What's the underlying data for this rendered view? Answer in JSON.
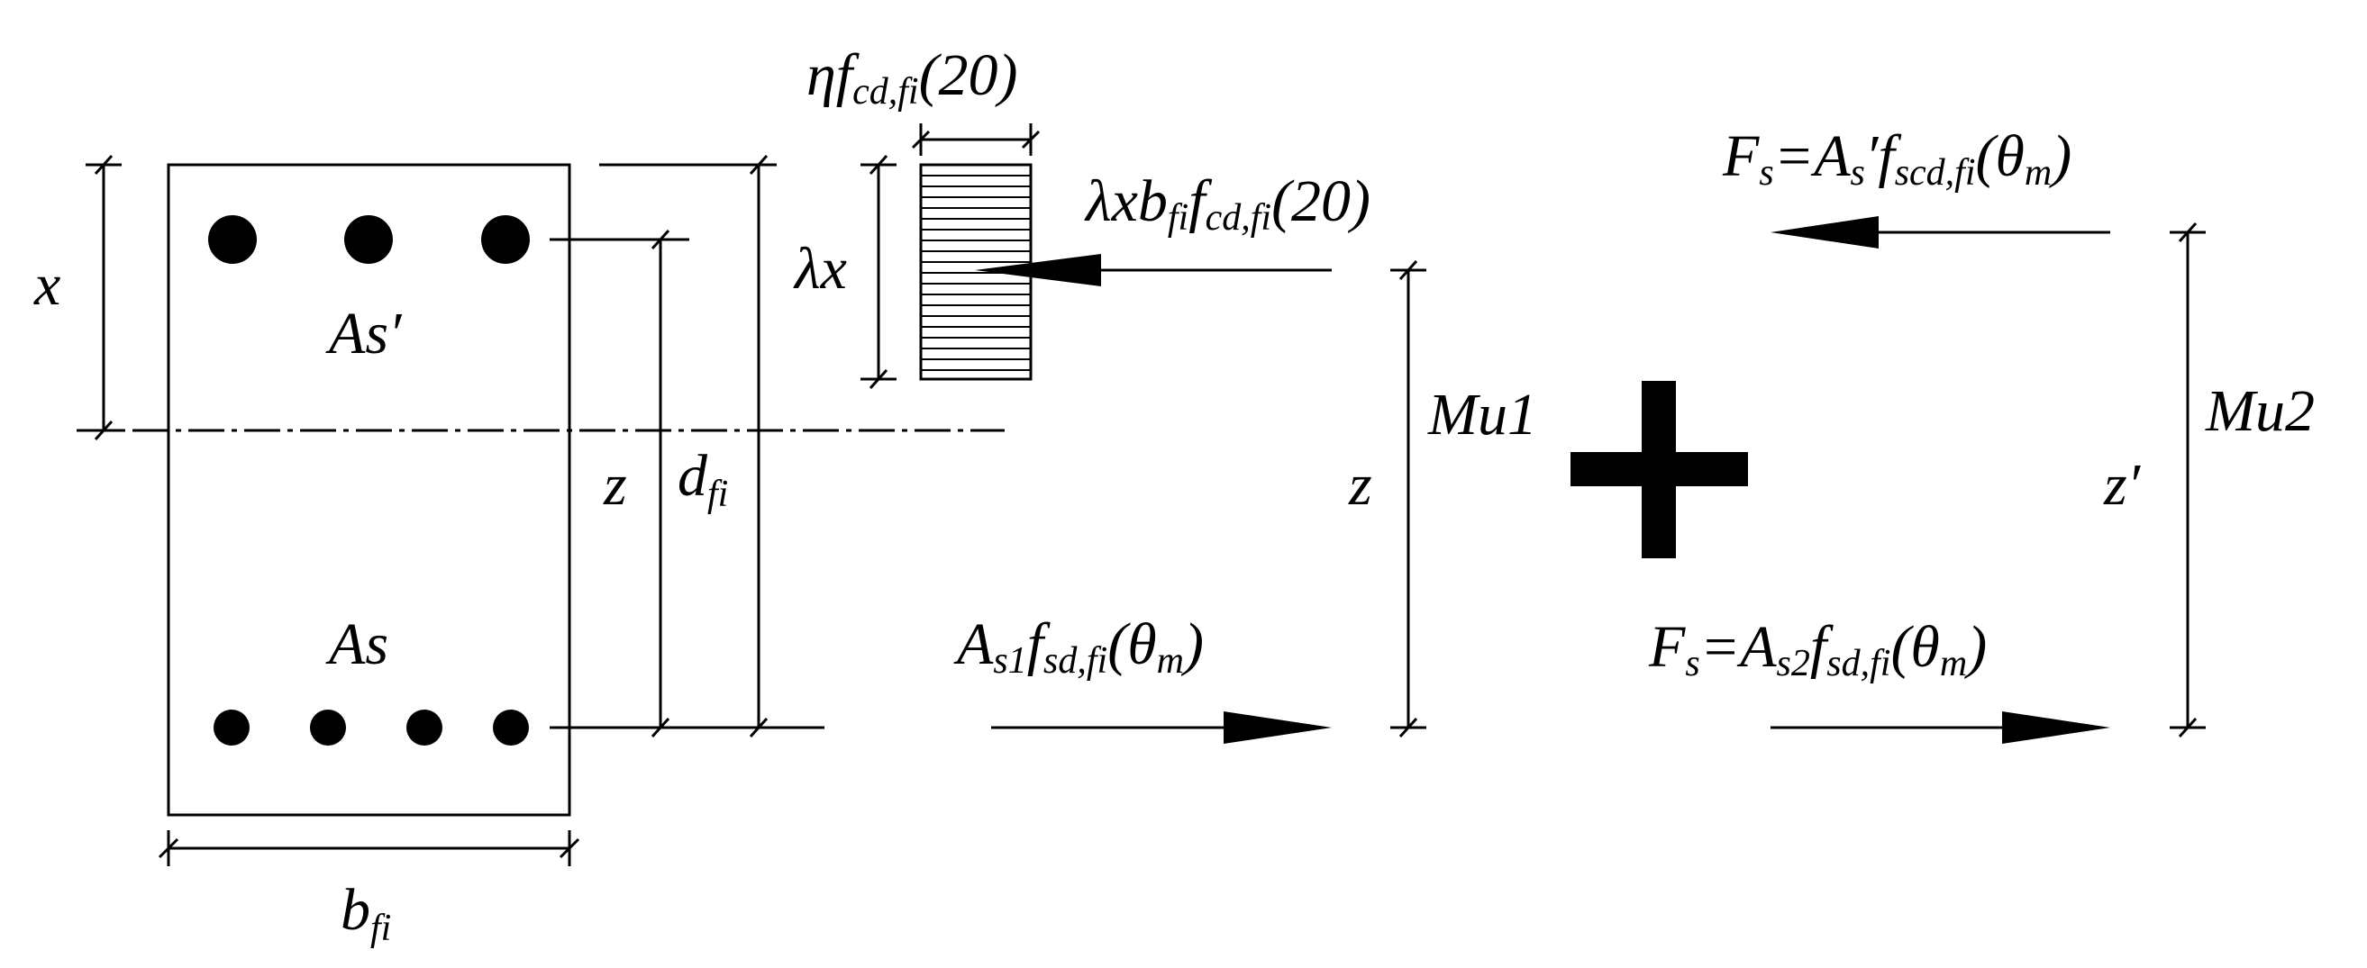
{
  "labels": {
    "x": "x",
    "as_top": "As′",
    "as_bottom": "As",
    "z_main": "z",
    "d": "d",
    "d_sub": "fi",
    "b": "b",
    "b_sub": "fi",
    "eta": "ηf",
    "eta_sub": "cd,fi",
    "eta_tail": "(20)",
    "lambda_x": "λx",
    "comp_main": "λxb",
    "comp_sub1": "fi",
    "comp_f": "f",
    "comp_sub2": "cd,fi",
    "comp_tail": "(20)",
    "tens1_as": "A",
    "tens1_as_sub": "s1",
    "tens1_f": "f",
    "tens1_sub": "sd,fi",
    "tens1_tail": "(θ",
    "tens1_m": "m",
    "tens1_close": ")",
    "mu1": "Mu1",
    "z_mid": "z",
    "plus": "+",
    "fs_top_F": "F",
    "fs_top_s": "s",
    "fs_top_eq": "=A",
    "fs_top_s2": "s",
    "fs_top_prime": "′f",
    "fs_top_sub": "scd,fi",
    "fs_top_tail": "(θ",
    "fs_top_m": "m",
    "fs_top_close": ")",
    "fs_bot_F": "F",
    "fs_bot_s": "s",
    "fs_bot_eq": "=A",
    "fs_bot_s2": "s2",
    "fs_bot_f": "f",
    "fs_bot_sub": "sd,fi",
    "fs_bot_tail": "(θ",
    "fs_bot_m": "m",
    "fs_bot_close": ")",
    "mu2": "Mu2",
    "z_prime": "z′"
  }
}
